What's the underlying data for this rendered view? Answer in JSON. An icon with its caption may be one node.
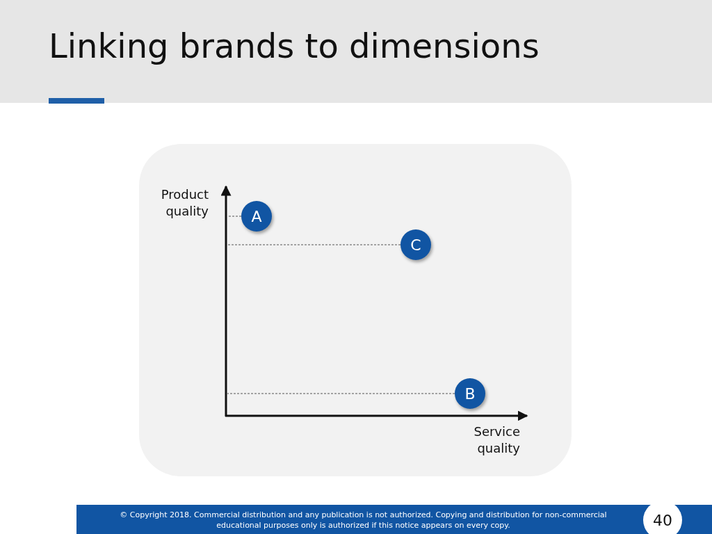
{
  "diagram": {
    "title": "Linking brands to dimensions",
    "nodes": [
      {
        "text": [
          "A"
        ]
      },
      {
        "text": [
          "C"
        ]
      },
      {
        "text": [
          "B"
        ]
      },
      {
        "text": [],
        "shape": "line"
      }
    ],
    "edges": [
      {
        "from": 0,
        "to": 3,
        "arrow": "none",
        "style": "dashed"
      },
      {
        "from": 1,
        "to": 3,
        "arrow": "none",
        "style": "dashed"
      },
      {
        "from": 2,
        "to": 3,
        "arrow": "none",
        "style": "dashed"
      }
    ],
    "labels": [
      "Product quality",
      "Service quality",
      "© Copyright 2018. Commercial distribution and any publication is not authorized. Copying and distribution for non-commercial educational purposes only is authorized if this notice appears on every copy.",
      "40"
    ]
  }
}
